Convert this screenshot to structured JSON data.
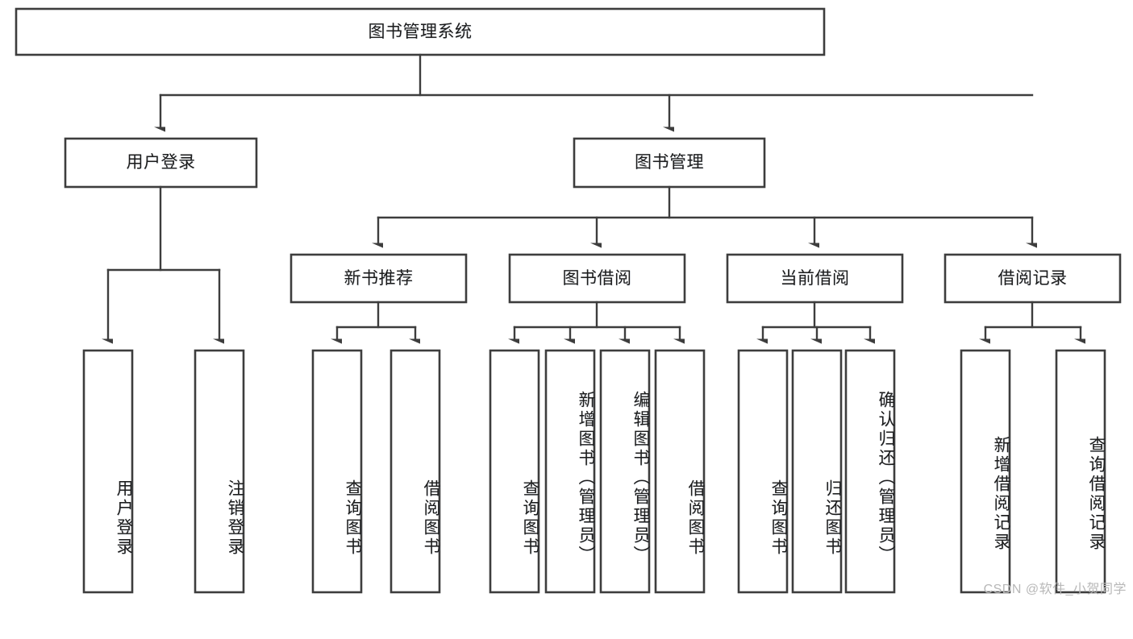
{
  "diagram": {
    "type": "tree-hierarchy-chart",
    "title_node": {
      "label": "图书管理系统"
    },
    "level2": [
      {
        "id": "user-login",
        "label": "用户登录"
      },
      {
        "id": "book-manage",
        "label": "图书管理"
      }
    ],
    "level3": [
      {
        "id": "new-book-recommend",
        "label": "新书推荐"
      },
      {
        "id": "book-borrow",
        "label": "图书借阅"
      },
      {
        "id": "current-borrow",
        "label": "当前借阅"
      },
      {
        "id": "borrow-record",
        "label": "借阅记录"
      }
    ],
    "leaves": {
      "user_login": [
        {
          "id": "leaf-user-login",
          "label": "用户登录"
        },
        {
          "id": "leaf-logout-login",
          "label": "注销登录"
        }
      ],
      "new_book_recommend": [
        {
          "id": "leaf-query-book-1",
          "label": "查询图书"
        },
        {
          "id": "leaf-borrow-book-1",
          "label": "借阅图书"
        }
      ],
      "book_borrow": [
        {
          "id": "leaf-query-book-2",
          "label": "查询图书"
        },
        {
          "id": "leaf-add-book",
          "label": "新增图书（管理员）"
        },
        {
          "id": "leaf-edit-book",
          "label": "编辑图书（管理员）"
        },
        {
          "id": "leaf-borrow-book-2",
          "label": "借阅图书"
        }
      ],
      "current_borrow": [
        {
          "id": "leaf-query-book-3",
          "label": "查询图书"
        },
        {
          "id": "leaf-return-book",
          "label": "归还图书"
        },
        {
          "id": "leaf-confirm-return",
          "label": "确认归还（管理员）"
        }
      ],
      "borrow_record": [
        {
          "id": "leaf-add-record",
          "label": "新增借阅记录"
        },
        {
          "id": "leaf-query-record",
          "label": "查询借阅记录"
        }
      ]
    }
  },
  "watermark": {
    "text": "CSDN @软件_小贺同学"
  },
  "colors": {
    "box_stroke": "#3d3d3d",
    "box_fill": "#ffffff",
    "text": "#1c1c1c",
    "watermark": "#b8b8b8",
    "background": "#ffffff"
  }
}
